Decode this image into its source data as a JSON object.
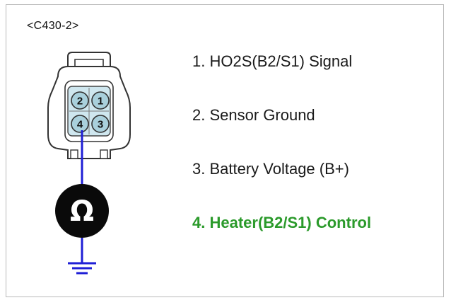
{
  "connector": {
    "id_label": "<C430-2>",
    "pins": [
      "2",
      "1",
      "4",
      "3"
    ],
    "meter_symbol": "Ω"
  },
  "pin_descriptions": [
    "1. HO2S(B2/S1) Signal",
    "2. Sensor Ground",
    "3. Battery Voltage (B+)",
    "4. Heater(B2/S1) Control"
  ],
  "colors": {
    "highlight_text": "#2b9a2b",
    "probe_wire": "#1f1fd6",
    "connector_fill": "#cfe7ef",
    "pin_fill": "#a9d0dc"
  }
}
